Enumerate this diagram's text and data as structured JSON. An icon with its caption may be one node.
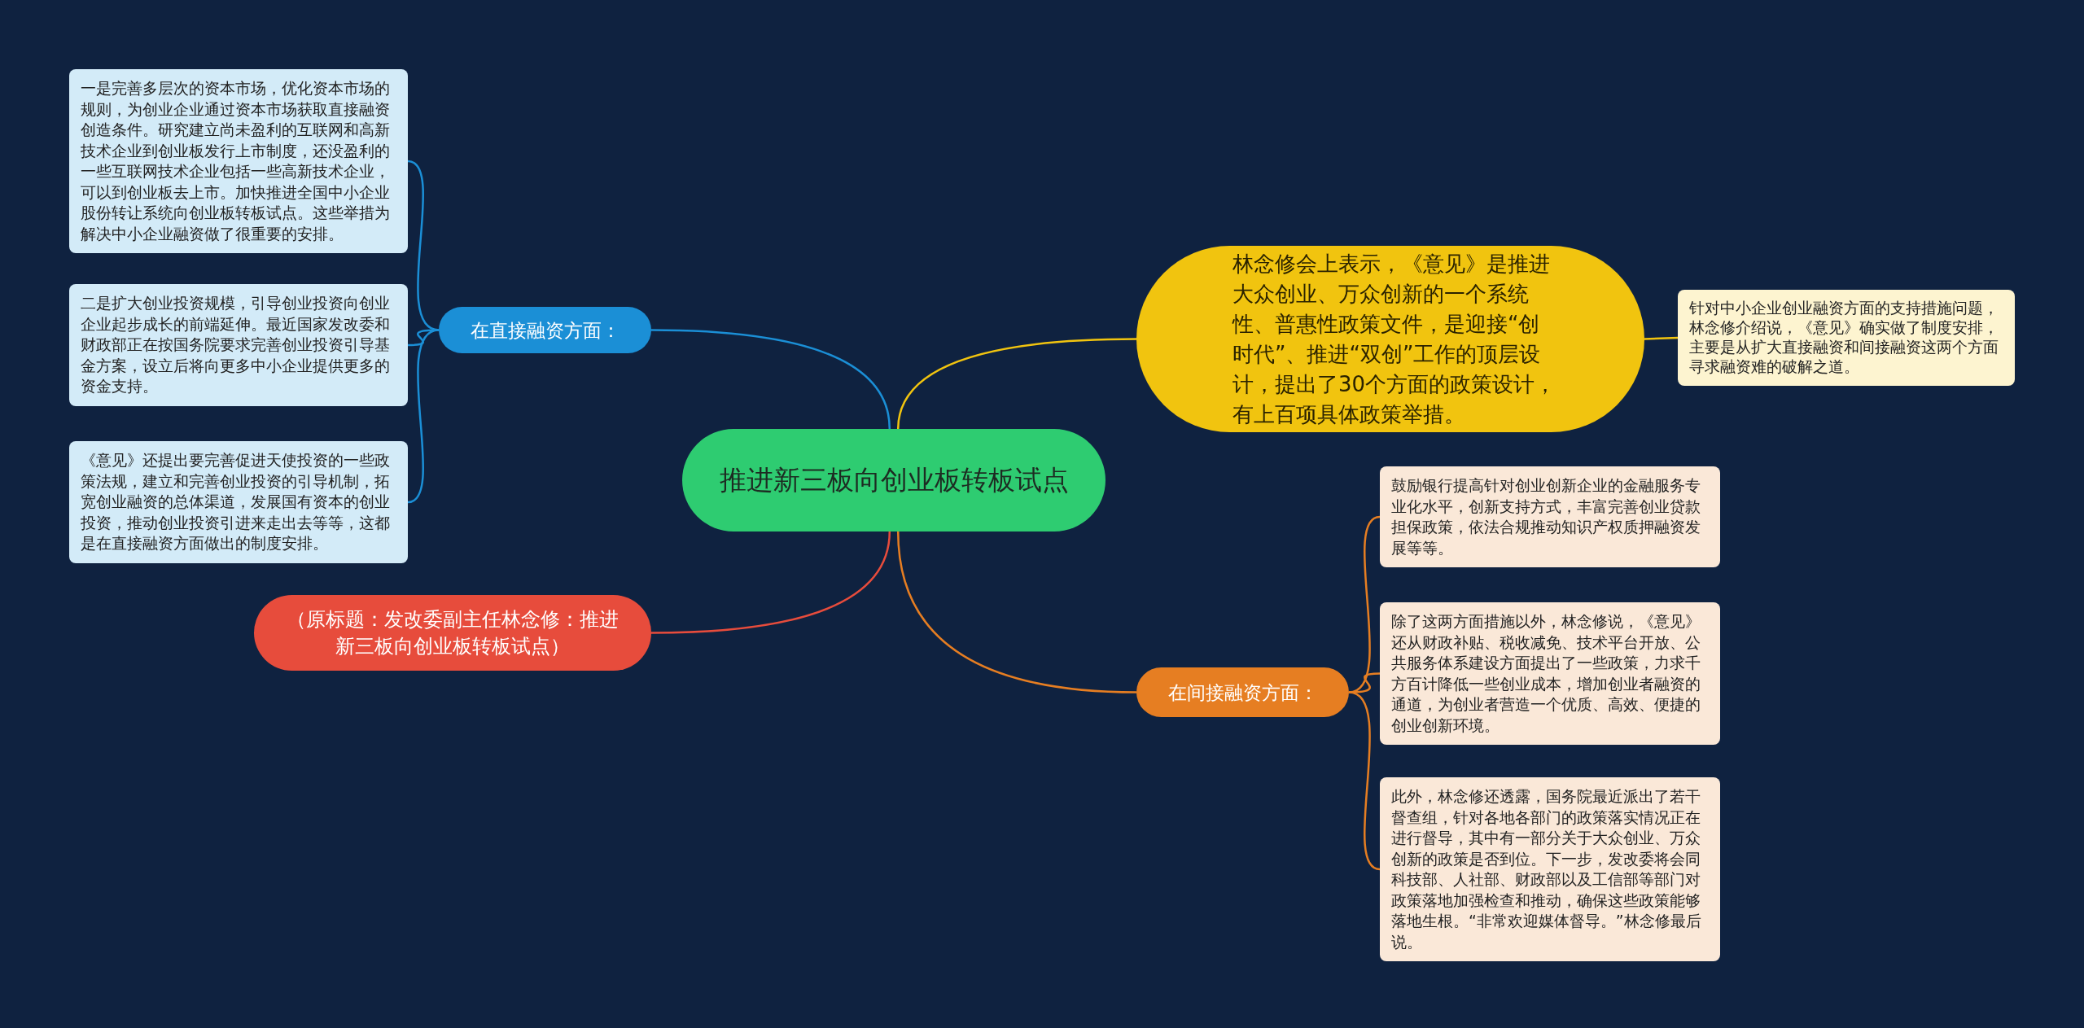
{
  "diagram": {
    "nodes": [
      {
        "text": [
          "推进新三板向创业板转板试点"
        ]
      },
      {
        "text": [
          "在直接融资方面："
        ]
      },
      {
        "text": [
          "一是完善多层次的资本市场，优化资本市场的规则，为创业企业通过资本市场获取直接融资创造条件。研究建立尚未盈利的互联网和高新技术企业到创业板发行上市制度，还没盈利的一些互联网技术企业包括一些高新技术企业，可以到创业板去上市。加快推进全国中小企业股份转让系统向创业板转板试点。这些举措为解决中小企业融资做了很重要的安排。"
        ]
      },
      {
        "text": [
          "二是扩大创业投资规模，引导创业投资向创业企业起步成长的前端延伸。最近国家发改委和财政部正在按国务院要求完善创业投资引导基金方案，设立后将向更多中小企业提供更多的资金支持。"
        ]
      },
      {
        "text": [
          "《意见》还提出要完善促进天使投资的一些政策法规，建立和完善创业投资的引导机制，拓宽创业融资的总体渠道，发展国有资本的创业投资，推动创业投资引进来走出去等等，这都是在直接融资方面做出的制度安排。"
        ]
      },
      {
        "text": [
          "（原标题：发改委副主任林念修：推进新三板向创业板转板试点）"
        ]
      },
      {
        "text": [
          "林念修会上表示，《意见》是推进大众创业、万众创新的一个系统性、普惠性政策文件，是迎接“创时代”、推进“双创”工作的顶层设计，提出了30个方面的政策设计，有上百项具体政策举措。"
        ]
      },
      {
        "text": [
          "针对中小企业创业融资方面的支持措施问题，林念修介绍说，《意见》确实做了制度安排，主要是从扩大直接融资和间接融资这两个方面寻求融资难的破解之道。"
        ]
      },
      {
        "text": [
          "在间接融资方面："
        ]
      },
      {
        "text": [
          "鼓励银行提高针对创业创新企业的金融服务专业化水平，创新支持方式，丰富完善创业贷款担保政策，依法合规推动知识产权质押融资发展等等。"
        ]
      },
      {
        "text": [
          "除了这两方面措施以外，林念修说，《意见》还从财政补贴、税收减免、技术平台开放、公共服务体系建设方面提出了一些政策，力求千方百计降低一些创业成本，增加创业者融资的通道，为创业者营造一个优质、高效、便捷的创业创新环境。"
        ]
      },
      {
        "text": [
          "此外，林念修还透露，国务院最近派出了若干督查组，针对各地各部门的政策落实情况正在进行督导，其中有一部分关于大众创业、万众创新的政策是否到位。下一步，发改委将会同科技部、人社部、财政部以及工信部等部门对政策落地加强检查和推动，确保这些政策能够落地生根。“非常欢迎媒体督导。”林念修最后说。"
        ]
      }
    ],
    "edges": [
      {
        "from": 0,
        "to": 1,
        "arrow": "none"
      },
      {
        "from": 1,
        "to": 2,
        "arrow": "none"
      },
      {
        "from": 1,
        "to": 3,
        "arrow": "none"
      },
      {
        "from": 1,
        "to": 4,
        "arrow": "none"
      },
      {
        "from": 0,
        "to": 5,
        "arrow": "none",
        "color": "#e74c3c"
      },
      {
        "from": 0,
        "to": 6,
        "arrow": "none",
        "color": "#f1c40f"
      },
      {
        "from": 6,
        "to": 7,
        "arrow": "none",
        "color": "#f1c40f"
      },
      {
        "from": 0,
        "to": 8,
        "arrow": "none",
        "color": "#e67e22"
      },
      {
        "from": 8,
        "to": 9,
        "arrow": "none",
        "color": "#e67e22"
      },
      {
        "from": 8,
        "to": 10,
        "arrow": "none",
        "color": "#e67e22"
      },
      {
        "from": 8,
        "to": 11,
        "arrow": "none",
        "color": "#e67e22"
      }
    ]
  }
}
